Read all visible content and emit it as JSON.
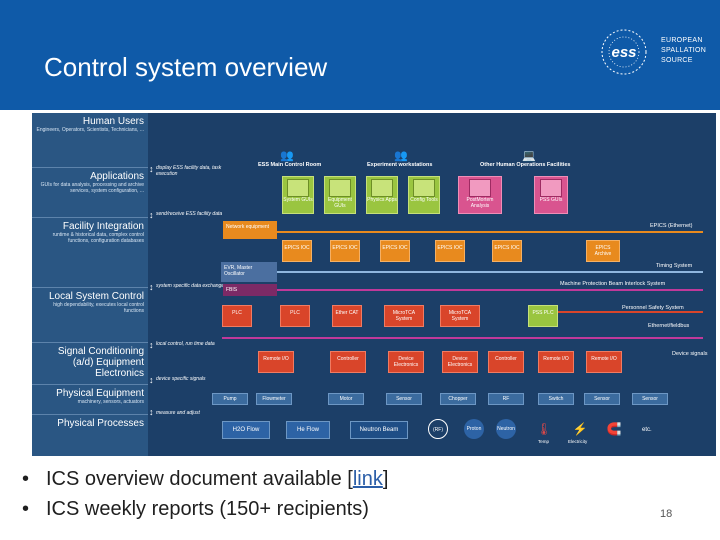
{
  "slide": {
    "title": "Control system overview",
    "page_number": "18"
  },
  "logo": {
    "mark": "ess",
    "line1": "EUROPEAN",
    "line2": "SPALLATION",
    "line3": "SOURCE"
  },
  "diagram": {
    "layers": [
      {
        "heading": "Human Users",
        "sub": "Engineers, Operators, Scientists, Technicians, ..."
      },
      {
        "heading": "Applications",
        "sub": "GUIs for data analysis, processing and archive services, system configuration, ..."
      },
      {
        "heading": "Facility Integration",
        "sub": "runtime & historical data, complex control functions, configuration databases"
      },
      {
        "heading": "Local System Control",
        "sub": "high dependability, executes local control functions"
      },
      {
        "heading": "Signal Conditioning (a/d) Equipment Electronics",
        "sub": ""
      },
      {
        "heading": "Physical Equipment",
        "sub": "machinery, sensors, actuators"
      },
      {
        "heading": "Physical Processes",
        "sub": ""
      }
    ],
    "notes": [
      "display ESS facility data, task execution",
      "send/receive ESS facility data",
      "system specific data exchange",
      "local control, run time data",
      "device specific signals",
      "measure and adjust"
    ],
    "user_groups": [
      "ESS Main Control Room",
      "Experiment workstations",
      "Other Human Operations Facilities"
    ],
    "apps": [
      {
        "label": "System GUIs"
      },
      {
        "label": "Equipment GUIs"
      },
      {
        "label": "Physics Apps"
      },
      {
        "label": "Config Tools"
      },
      {
        "label": "PostMortem Analysis"
      },
      {
        "label": "PSS GUIs"
      }
    ],
    "network_box": "Network equipment",
    "iocs": [
      "EPICS IOC",
      "EPICS IOC",
      "EPICS IOC",
      "EPICS IOC",
      "EPICS IOC",
      "EPICS Archive"
    ],
    "evr_box": "EVR, Master Oscillator",
    "fbis_box": "FBIS",
    "lines": {
      "epics": "EPICS (Ethernet)",
      "timing": "Timing System",
      "mpbis": "Machine Protection Beam Interlock System",
      "pss": "Personnel Safety System",
      "fieldbus": "Ethernet/fieldbus",
      "device": "Device signals"
    },
    "controllers": [
      "PLC",
      "PLC",
      "Ether CAT",
      "MicroTCA System",
      "MicroTCA System",
      "PSS PLC"
    ],
    "devices": [
      "Remote I/O",
      "Controller",
      "Device Electronics",
      "Device Electronics",
      "Controller",
      "Remote I/O",
      "Remote I/O"
    ],
    "equipment": [
      "Pump",
      "Flowmeter",
      "Motor",
      "Sensor",
      "Chopper",
      "RF",
      "Switch",
      "Sensor",
      "Sensor"
    ],
    "processes": [
      "H2O Flow",
      "He Flow",
      "Neutron Beam",
      "(RF)",
      "Proton",
      "Neutron",
      "Temp",
      "Electricity",
      "etc."
    ]
  },
  "bullets": [
    {
      "prefix": "ICS overview document available [",
      "link": "link",
      "suffix": "]"
    },
    {
      "prefix": "ICS weekly reports (150+ recipients)",
      "link": "",
      "suffix": ""
    }
  ],
  "colors": {
    "header_blue": "#0f5aa8",
    "diagram_bg": "#1c3f68",
    "epics_line": "#e88a1e",
    "timing_line": "#8fb6de",
    "mpbis_line": "#c0399a",
    "pss_line": "#d9452a",
    "fieldbus_line": "#c0399a"
  }
}
